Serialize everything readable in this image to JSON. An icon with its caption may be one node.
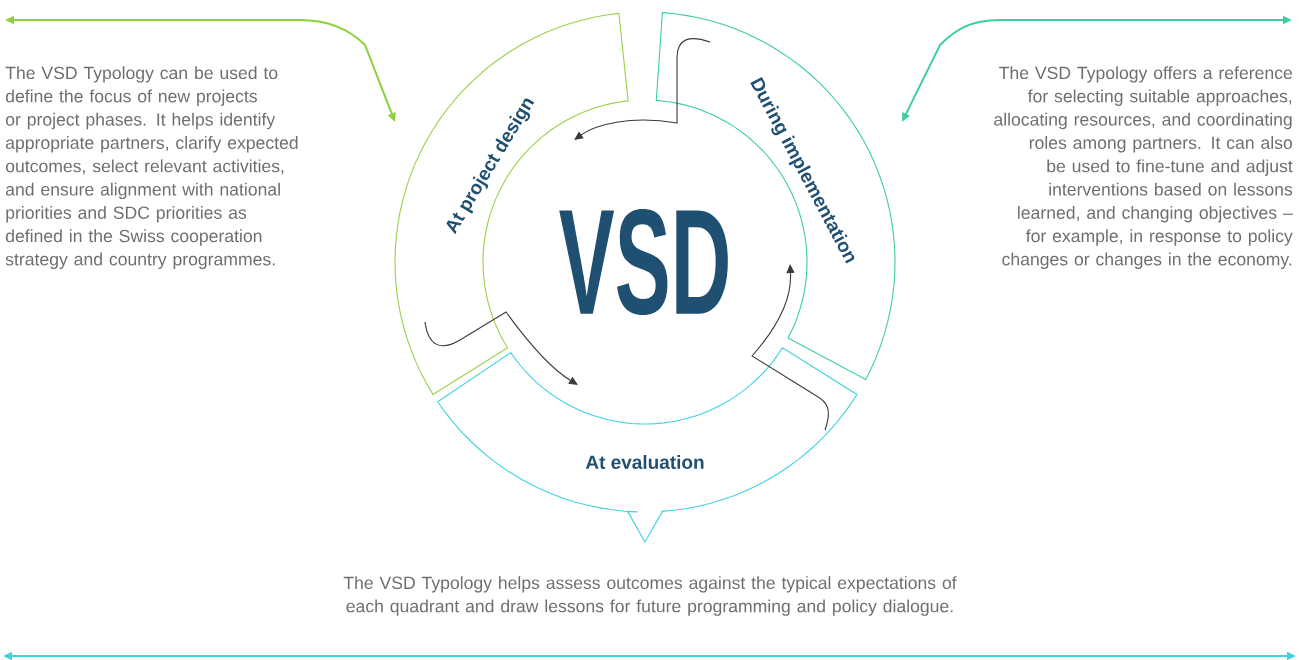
{
  "diagram": {
    "nodes": [
      {
        "text": [
          "The VSD Typology can be used to define the focus of new projects or project phases. It helps identify appropriate partners, clarify expected outcomes, select relevant activities, and ensure alignment with national priorities and SDC priorities as defined in the Swiss cooperation strategy and country programmes."
        ]
      },
      {
        "text": [
          "At project design"
        ]
      },
      {
        "text": [
          "During implementation"
        ]
      },
      {
        "text": [
          "The VSD Typology offers a reference for selecting suitable approaches, allocating resources, and coordinating roles among partners. It can also be used to fine-tune and adjust interventions based on lessons learned, and changing objectives – for example, in response to policy changes or changes in the economy."
        ]
      },
      {
        "text": [
          "At evaluation"
        ]
      },
      {
        "text": [
          "The VSD Typology helps assess outcomes against the typical expectations of each quadrant and draw lessons for future programming and policy dialogue."
        ]
      }
    ],
    "edges": [
      {
        "from": 0,
        "to": 1,
        "arrow": "both",
        "color": "#8cd03c"
      },
      {
        "from": 3,
        "to": 2,
        "arrow": "both",
        "color": "#3ccf9c"
      },
      {
        "from": 1,
        "to": 4,
        "arrow": "to"
      },
      {
        "from": 4,
        "to": 2,
        "arrow": "to"
      },
      {
        "from": 2,
        "to": 1,
        "arrow": "to"
      }
    ],
    "labels": [
      "VSD"
    ]
  }
}
